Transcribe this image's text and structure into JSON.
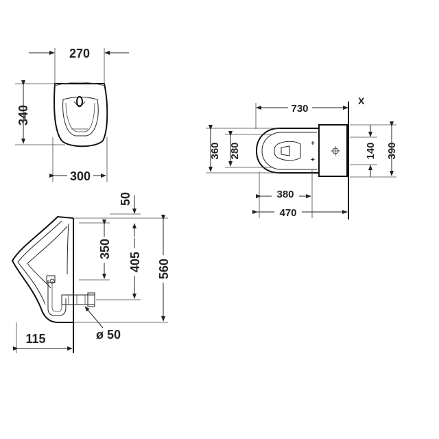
{
  "front_view": {
    "width_top": "270",
    "height": "340",
    "width_bottom": "300"
  },
  "side_view": {
    "top_offset": "50",
    "inlet_height": "350",
    "outlet_height": "405",
    "total_height": "560",
    "wall_depth": "115",
    "outlet_diameter": "ø 50"
  },
  "wc_plan": {
    "length": "730",
    "x_marker": "X",
    "width_outer": "360",
    "width_inner": "280",
    "mount_spacing": "140",
    "tank_width": "390",
    "bowl_depth": "380",
    "overall_depth": "470"
  },
  "colors": {
    "line": "#222222",
    "background": "#ffffff"
  }
}
